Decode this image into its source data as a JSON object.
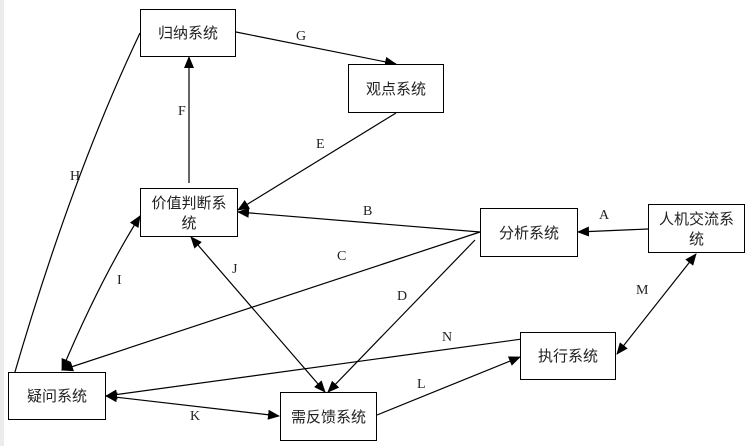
{
  "diagram": {
    "nodes": {
      "guina": "归纳系统",
      "guandian": "观点系统",
      "jiazhi": "价值判断系统",
      "fenxi": "分析系统",
      "renji": "人机交流系统",
      "yiwen": "疑问系统",
      "xufankui": "需反馈系统",
      "zhixing": "执行系统"
    },
    "edges": [
      {
        "label": "A",
        "from": "人机交流系统",
        "to": "分析系统",
        "direction": "one-way"
      },
      {
        "label": "B",
        "from": "分析系统",
        "to": "价值判断系统",
        "direction": "one-way"
      },
      {
        "label": "C",
        "from": "分析系统",
        "to": "疑问系统",
        "direction": "one-way"
      },
      {
        "label": "D",
        "from": "分析系统",
        "to": "需反馈系统",
        "direction": "one-way"
      },
      {
        "label": "E",
        "from": "观点系统",
        "to": "价值判断系统",
        "direction": "one-way"
      },
      {
        "label": "F",
        "from": "价值判断系统",
        "to": "归纳系统",
        "direction": "one-way"
      },
      {
        "label": "G",
        "from": "归纳系统",
        "to": "观点系统",
        "direction": "one-way"
      },
      {
        "label": "H",
        "from": "归纳系统",
        "to": "疑问系统",
        "direction": "one-way"
      },
      {
        "label": "I",
        "from": "疑问系统",
        "to": "价值判断系统",
        "direction": "two-way"
      },
      {
        "label": "J",
        "from": "价值判断系统",
        "to": "需反馈系统",
        "direction": "two-way"
      },
      {
        "label": "K",
        "from": "疑问系统",
        "to": "需反馈系统",
        "direction": "two-way"
      },
      {
        "label": "L",
        "from": "需反馈系统",
        "to": "执行系统",
        "direction": "one-way"
      },
      {
        "label": "M",
        "from": "执行系统",
        "to": "人机交流系统",
        "direction": "two-way"
      },
      {
        "label": "N",
        "from": "执行系统",
        "to": "疑问系统",
        "direction": "one-way"
      }
    ],
    "edge_labels": {
      "A": "A",
      "B": "B",
      "C": "C",
      "D": "D",
      "E": "E",
      "F": "F",
      "G": "G",
      "H": "H",
      "I": "I",
      "J": "J",
      "K": "K",
      "L": "L",
      "M": "M",
      "N": "N"
    }
  }
}
